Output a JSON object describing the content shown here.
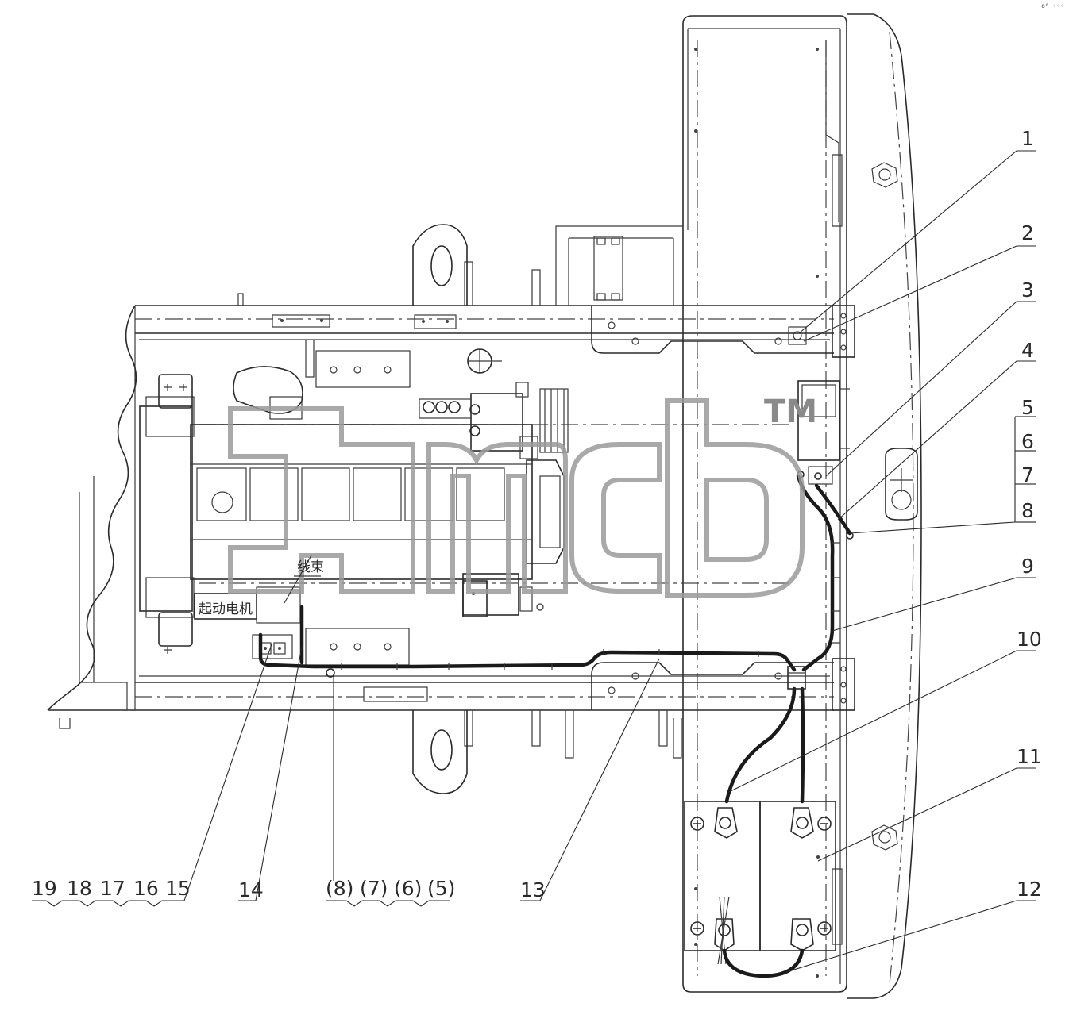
{
  "corner_mark": "o⁰ ◦◦◦",
  "watermark": {
    "trademark": "TM"
  },
  "labels": {
    "harness": "线束",
    "starter_motor": "起动电机"
  },
  "callouts": {
    "c1": "1",
    "c2": "2",
    "c3": "3",
    "c4": "4",
    "c5": "5",
    "c6": "6",
    "c7": "7",
    "c8": "8",
    "c9": "9",
    "c10": "10",
    "c11": "11",
    "c12": "12",
    "c13": "13",
    "c14": "14",
    "c15": "15",
    "c16": "16",
    "c17": "17",
    "c18": "18",
    "c19": "19",
    "p8": "(8)",
    "p7": "(7)",
    "p6": "(6)",
    "p5": "(5)"
  },
  "icons": {
    "positive_terminal": "plus-circle",
    "negative_terminal": "minus-circle",
    "bolt_head": "hexagon"
  }
}
